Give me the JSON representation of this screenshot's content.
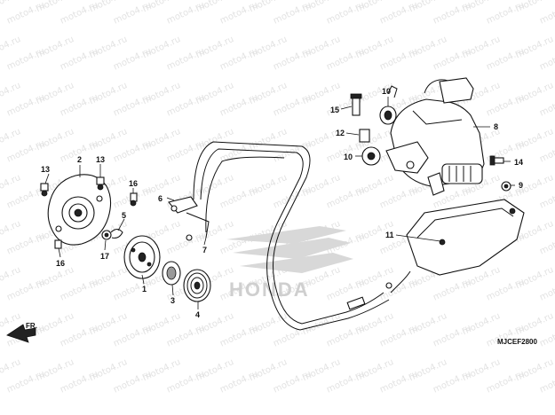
{
  "watermark": {
    "text": "moto4.ru"
  },
  "brand_logo": {
    "text": "HONDA",
    "color": "#c9c9c9"
  },
  "direction_marker": {
    "text": "FR."
  },
  "diagram_code": "MJCEF2800",
  "callouts": {
    "c1": "1",
    "c2": "2",
    "c3": "3",
    "c4": "4",
    "c5": "5",
    "c6": "6",
    "c7": "7",
    "c8": "8",
    "c9": "9",
    "c10a": "10",
    "c10b": "10",
    "c11": "11",
    "c12": "12",
    "c13a": "13",
    "c13b": "13",
    "c14": "14",
    "c15": "15",
    "c16a": "16",
    "c16b": "16",
    "c17": "17"
  }
}
